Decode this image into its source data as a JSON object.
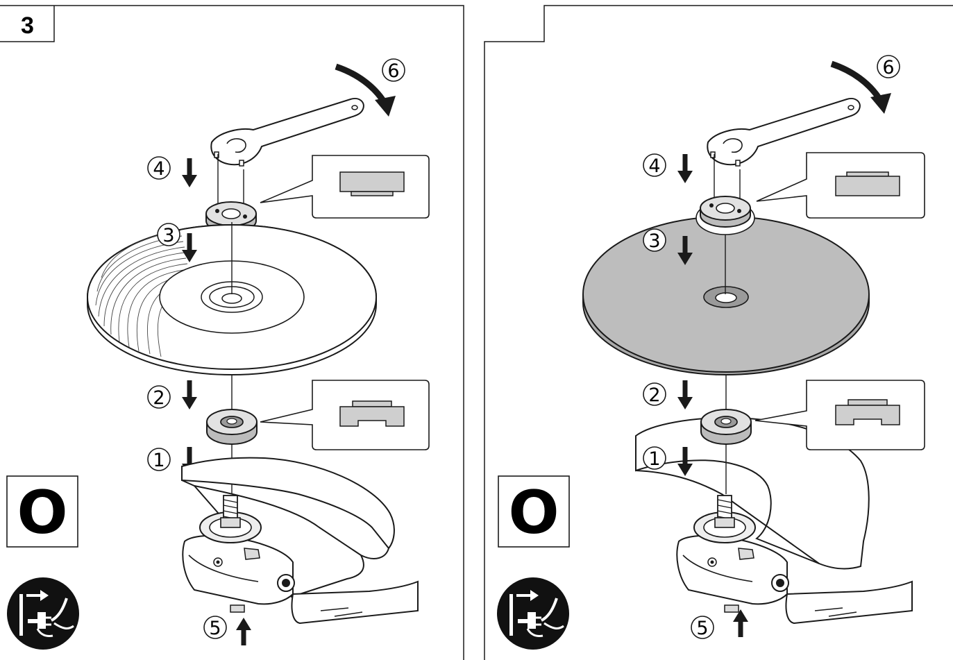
{
  "figure_number": "3",
  "panels": [
    {
      "id": "left",
      "steps": [
        "1",
        "2",
        "3",
        "4",
        "5",
        "6"
      ],
      "mode_symbol": "O",
      "wheel_style": "grinding-disc",
      "icons": [
        "unplug-icon"
      ]
    },
    {
      "id": "right",
      "steps": [
        "1",
        "2",
        "3",
        "4",
        "5",
        "6"
      ],
      "mode_symbol": "O",
      "wheel_style": "cutting-disc",
      "icons": [
        "unplug-icon"
      ]
    }
  ],
  "colors": {
    "line": "#1a1a1a",
    "disc_fill_right": "#bdbdbd",
    "flange_fill": "#c8c8c8",
    "icon_fill": "#111111"
  }
}
